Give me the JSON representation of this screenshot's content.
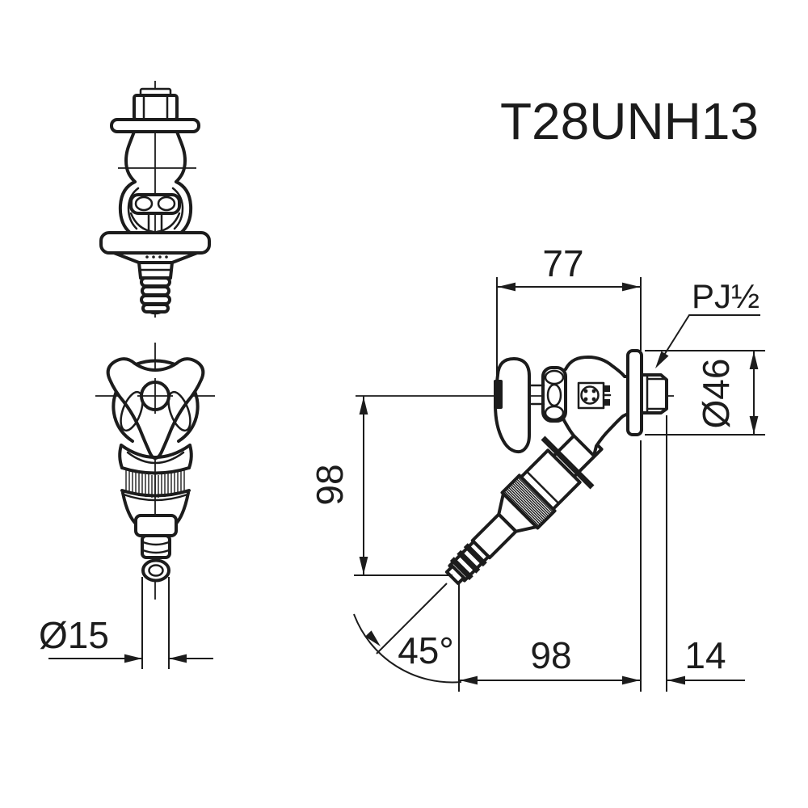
{
  "title": "T28UNH13",
  "drawing_type": "technical-dimension-drawing",
  "views": {
    "rear_view": "faucet seen from wall side (top left)",
    "front_view": "faucet front view with tri-lobe handle (bottom left)",
    "side_view": "faucet side view with dimensions (right)"
  },
  "dims": {
    "body_width": "77",
    "thread_label": "PJ½",
    "flange_diameter": "Ø46",
    "height_to_outlet": "98",
    "outlet_angle": "45°",
    "wall_to_outlet": "98",
    "thread_protrusion": "14",
    "outlet_diameter": "Ø15"
  },
  "colors": {
    "line": "#1c1c1c",
    "background": "#ffffff"
  }
}
